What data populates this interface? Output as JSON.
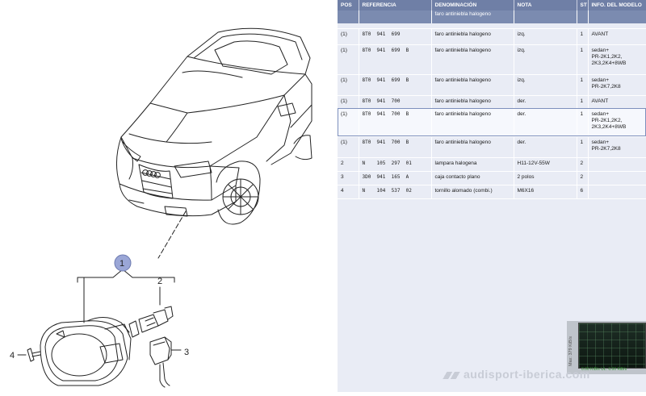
{
  "diagram": {
    "callouts": {
      "c1": "1",
      "c2": "2",
      "c3": "3",
      "c4": "4"
    }
  },
  "table": {
    "headers": {
      "pos": "POS",
      "referencia": "REFERENCIA",
      "denominacion": "DENOMINACIÓN",
      "nota": "NOTA",
      "st": "ST",
      "info": "INFO. DEL MODELO"
    },
    "group_title": "faro antiniebla halogeno",
    "rows": [
      {
        "pos": "(1)",
        "ref": "8T0  941  699",
        "den": "faro antiniebla halogeno",
        "nota": "izq.",
        "st": "1",
        "info": "AVANT"
      },
      {
        "pos": "(1)",
        "ref": "8T0  941  699  B",
        "den": "faro antiniebla halogeno",
        "nota": "izq.",
        "st": "1",
        "info": "sedan+\nPR-2K1,2K2,\n2K3,2K4+8WB"
      },
      {
        "pos": "(1)",
        "ref": "8T0  941  699  B",
        "den": "faro antiniebla halogeno",
        "nota": "izq.",
        "st": "1",
        "info": "sedan+\nPR-2K7,2K8"
      },
      {
        "pos": "(1)",
        "ref": "8T0  941  700",
        "den": "faro antiniebla halogeno",
        "nota": "der.",
        "st": "1",
        "info": "AVANT"
      },
      {
        "pos": "(1)",
        "ref": "8T0  941  700  B",
        "den": "faro antiniebla halogeno",
        "nota": "der.",
        "st": "1",
        "info": "sedan+\nPR-2K1,2K2,\n2K3,2K4+8WB"
      },
      {
        "pos": "(1)",
        "ref": "8T0  941  700  B",
        "den": "faro antiniebla halogeno",
        "nota": "der.",
        "st": "1",
        "info": "sedan+\nPR-2K7,2K8"
      },
      {
        "pos": "2",
        "ref": "N    105  297  01",
        "den": "lampara halogena",
        "nota": "H11-12V-55W",
        "st": "2",
        "info": ""
      },
      {
        "pos": "3",
        "ref": "3D0  941  165  A",
        "den": "caja contacto plano",
        "nota": "2 polos",
        "st": "2",
        "info": ""
      },
      {
        "pos": "4",
        "ref": "N    104  537  02",
        "den": "tornillo alomado (combi.)",
        "nota": "M6X16",
        "st": "6",
        "info": ""
      }
    ]
  },
  "watermark": "audisport-iberica.com",
  "network_monitor": {
    "max_label": "Max: 379 KiB/s",
    "stats": "0.00 KiB/s  UL: 0.00 KiB/s"
  },
  "colors": {
    "header_bg": "#6f7fa6",
    "panel_bg": "#e9ecf5",
    "callout_fill": "#9aa6d6",
    "selected_border": "#7d8fbc"
  }
}
